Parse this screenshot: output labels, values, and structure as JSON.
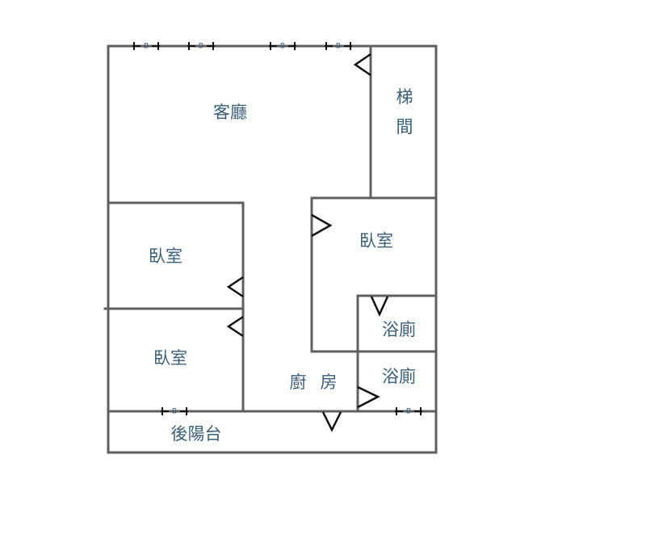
{
  "rooms": {
    "living_room": "客廳",
    "stair_top": "梯",
    "stair_bottom": "間",
    "bedroom_1": "臥室",
    "bedroom_2": "臥室",
    "bedroom_3": "臥室",
    "bathroom_1": "浴廁",
    "bathroom_2": "浴廁",
    "kitchen_1": "廚",
    "kitchen_2": "房",
    "back_balcony": "後陽台"
  },
  "window_marker": "B",
  "colors": {
    "wall": "#5f5f5f",
    "label": "#3a5f7a",
    "door": "#111111"
  }
}
